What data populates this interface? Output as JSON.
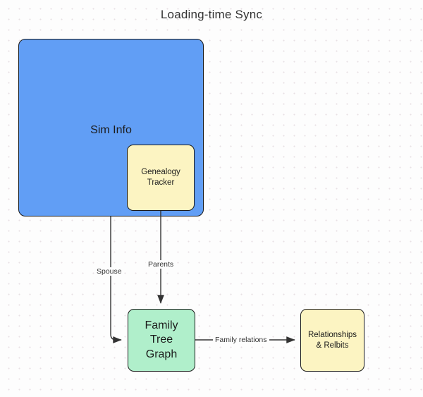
{
  "diagram": {
    "title": "Loading-time Sync",
    "type": "flowchart",
    "background": "#fdfdfd",
    "nodes": [
      {
        "id": "sim-info",
        "label": "Sim Info",
        "shape": "rounded-rect",
        "color": "#619ef5",
        "border": "#1a1a1a",
        "role": "container"
      },
      {
        "id": "genealogy-tracker",
        "label": "Genealogy\nTracker",
        "line1": "Genealogy",
        "line2": "Tracker",
        "shape": "rounded-rect",
        "color": "#fcf4c2",
        "border": "#1a1a1a",
        "parent": "sim-info"
      },
      {
        "id": "family-tree-graph",
        "label": "Family\nTree\nGraph",
        "line1": "Family",
        "line2": "Tree",
        "line3": "Graph",
        "shape": "rounded-rect",
        "color": "#b0efcb",
        "border": "#1a1a1a"
      },
      {
        "id": "relationships-relbits",
        "label": "Relationships\n& Relbits",
        "line1": "Relationships",
        "line2": "& Relbits",
        "shape": "rounded-rect",
        "color": "#fcf4c2",
        "border": "#1a1a1a"
      }
    ],
    "edges": [
      {
        "id": "spouse",
        "label": "Spouse",
        "from": "sim-info",
        "to": "family-tree-graph",
        "arrow": "to-left-side"
      },
      {
        "id": "parents",
        "label": "Parents",
        "from": "genealogy-tracker",
        "to": "family-tree-graph",
        "arrow": "to-top-side"
      },
      {
        "id": "family-relations",
        "label": "Family relations",
        "from": "family-tree-graph",
        "to": "relationships-relbits",
        "arrow": "to-left-side"
      }
    ]
  }
}
